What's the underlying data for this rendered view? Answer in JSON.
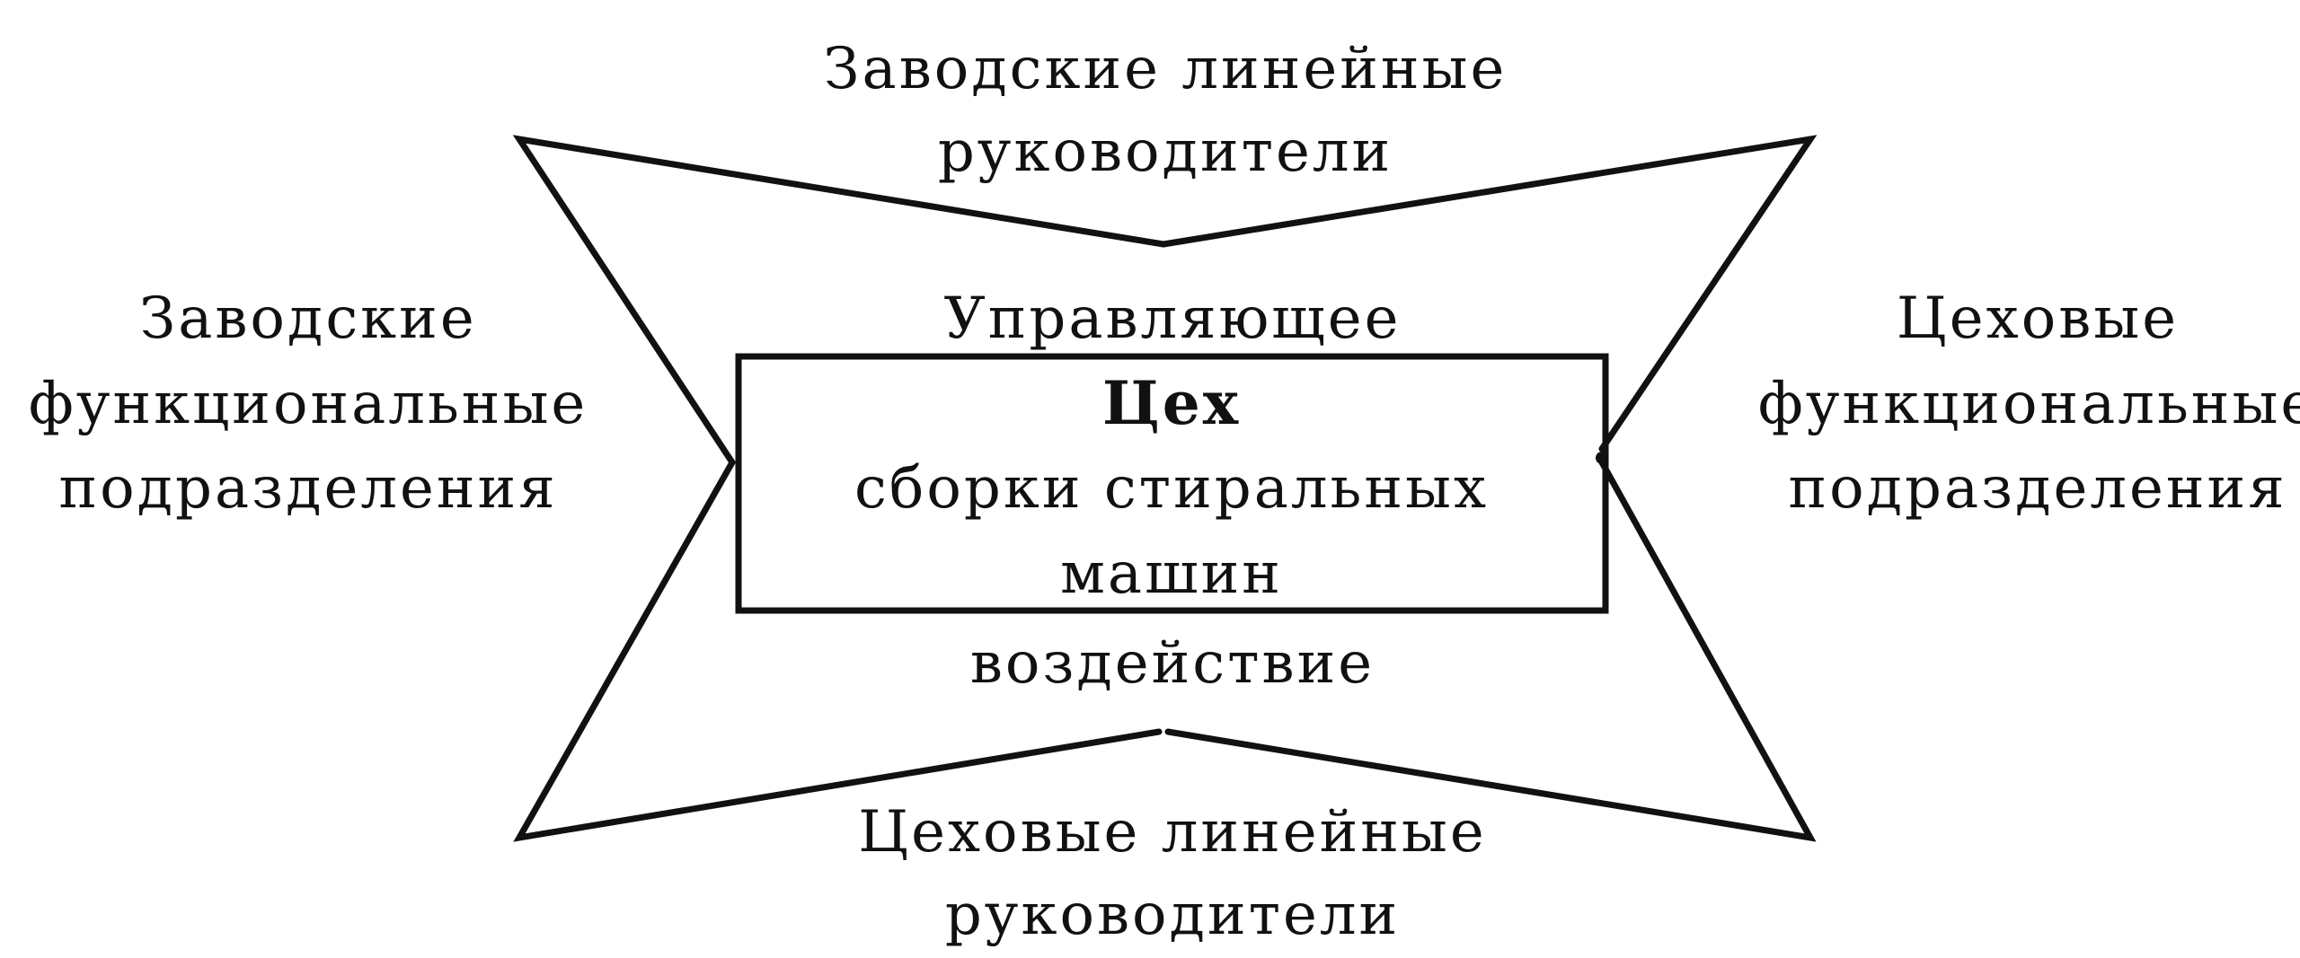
{
  "top": {
    "line1": "Заводские линейные",
    "line2": "руководители"
  },
  "left": {
    "line1": "Заводские",
    "line2": "функциональные",
    "line3": "подразделения"
  },
  "right": {
    "line1": "Цеховые",
    "line2": "функциональные",
    "line3": "подразделения"
  },
  "bottom": {
    "line1": "Цеховые линейные",
    "line2": "руководители"
  },
  "influence": {
    "word1": "Управляющее",
    "word2": "воздействие"
  },
  "center_box": {
    "title": "Цех",
    "line1": "сборки стиральных",
    "line2": "машин"
  },
  "colors": {
    "stroke": "#111111",
    "background": "#ffffff"
  }
}
